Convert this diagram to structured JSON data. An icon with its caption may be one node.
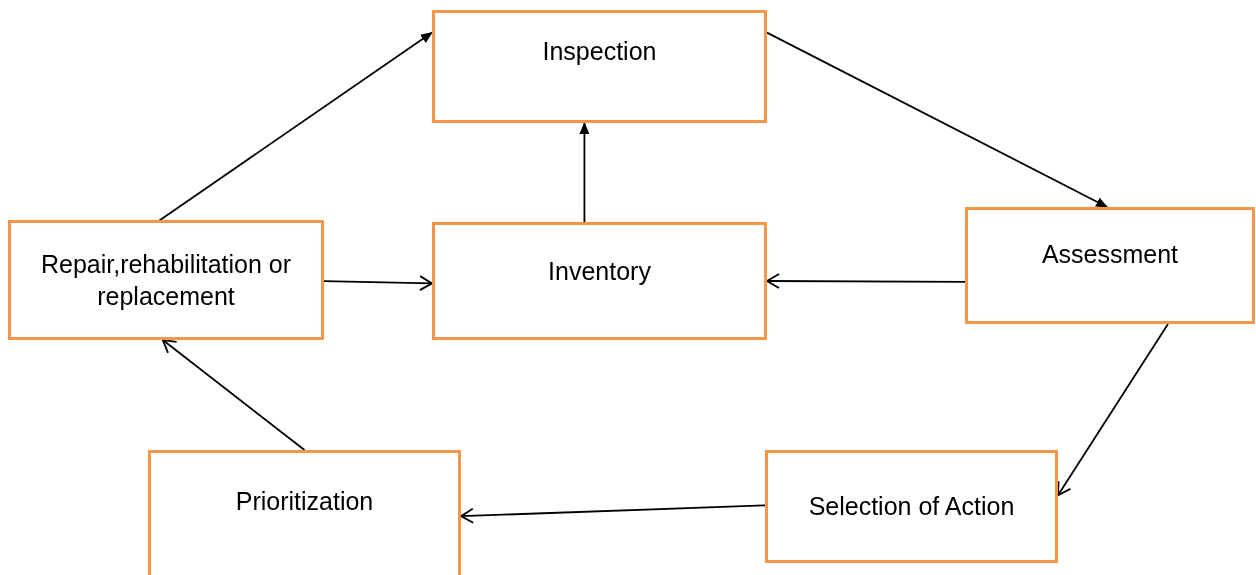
{
  "diagram": {
    "nodes": [
      {
        "text": [
          "Inspection"
        ]
      },
      {
        "text": [
          "Repair,rehabilitation or replacement"
        ]
      },
      {
        "text": [
          "Inventory"
        ]
      },
      {
        "text": [
          "Assessment"
        ]
      },
      {
        "text": [
          "Prioritization"
        ]
      },
      {
        "text": [
          "Selection of Action"
        ]
      }
    ],
    "edges": [
      {
        "from": 1,
        "to": 0,
        "arrow": "to"
      },
      {
        "from": 2,
        "to": 0,
        "arrow": "to"
      },
      {
        "from": 0,
        "to": 3,
        "arrow": "to"
      },
      {
        "from": 3,
        "to": 2,
        "arrow": "to"
      },
      {
        "from": 1,
        "to": 2,
        "arrow": "to"
      },
      {
        "from": 3,
        "to": 5,
        "arrow": "to"
      },
      {
        "from": 5,
        "to": 4,
        "arrow": "to"
      },
      {
        "from": 4,
        "to": 1,
        "arrow": "to"
      }
    ]
  }
}
